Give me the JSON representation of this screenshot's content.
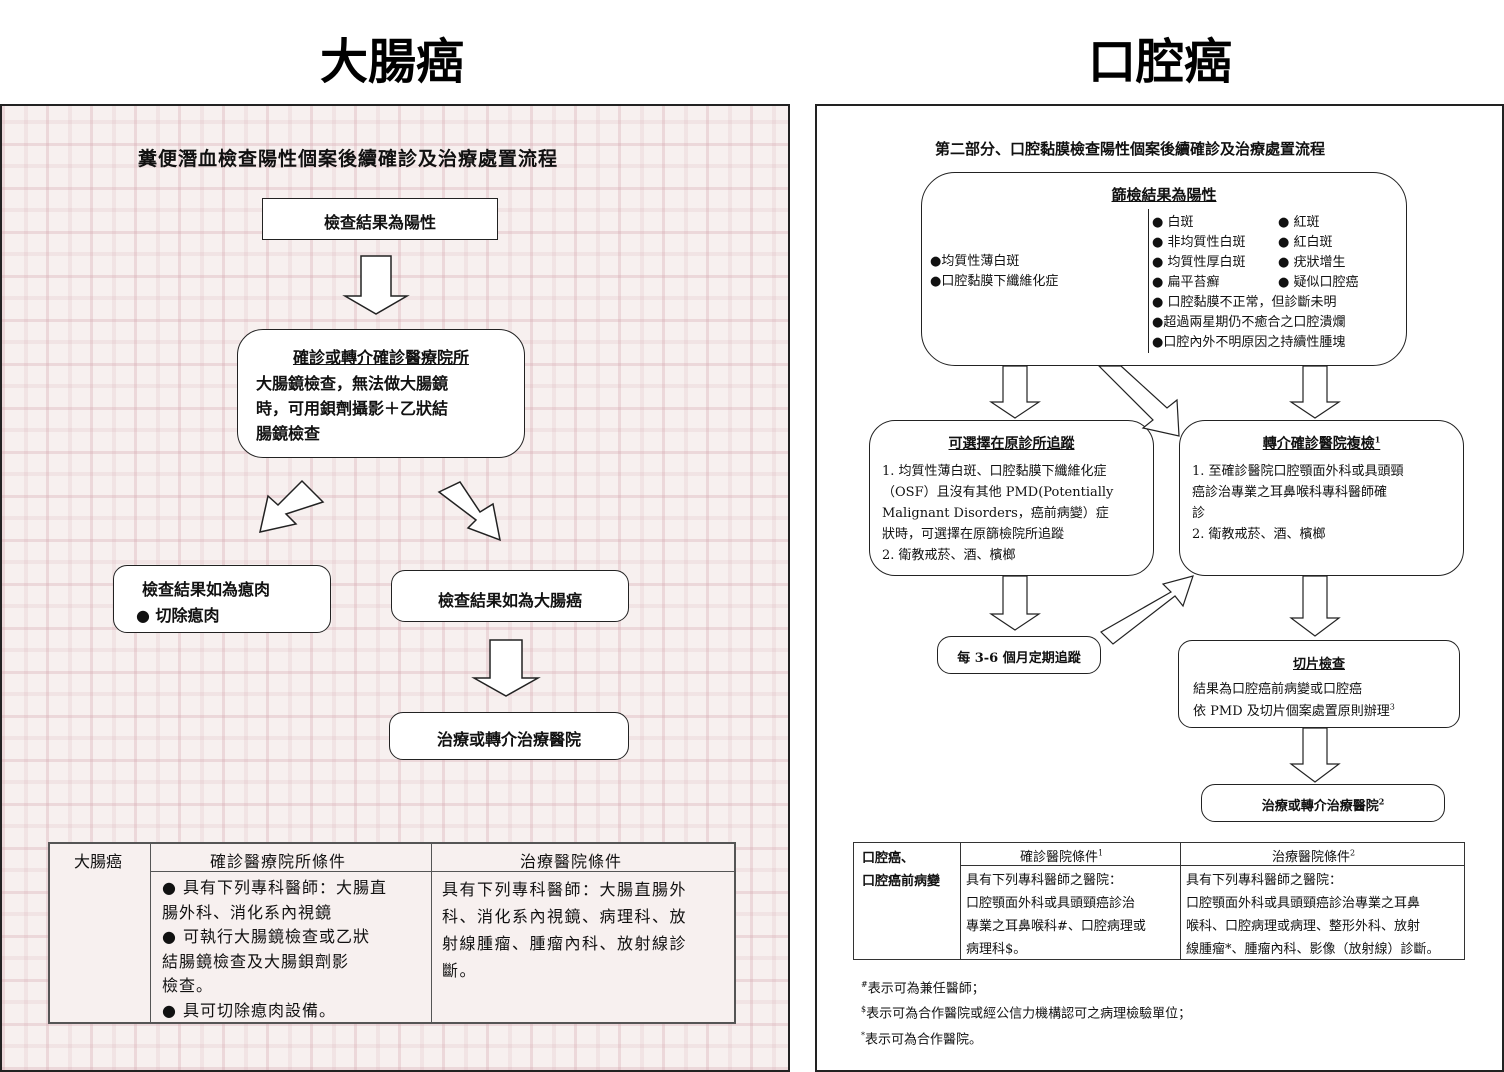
{
  "titles": {
    "left": "大腸癌",
    "right": "口腔癌"
  },
  "colorectal": {
    "flow_title": "糞便潛血檢查陽性個案後續確診及治療處置流程",
    "positive_box": "檢查結果為陽性",
    "diagnosis_box": {
      "heading": "確診或轉介確診醫療院所",
      "lines": [
        "大腸鏡檢查，無法做大腸鏡",
        "時，可用鋇劑攝影＋乙狀結",
        "腸鏡檢查"
      ]
    },
    "polyp_box": {
      "heading": "檢查結果如為瘜肉",
      "item": "● 切除瘜肉"
    },
    "cancer_box": "檢查結果如為大腸癌",
    "treatment_box": "治療或轉介治療醫院",
    "table": {
      "row_header": "大腸癌",
      "col1_header": "確診醫療院所條件",
      "col2_header": "治療醫院條件",
      "col1_lines": [
        "●  具有下列專科醫師：大腸直",
        "    腸外科、消化系內視鏡",
        "●  可執行大腸鏡檢查或乙狀",
        "    結腸鏡檢查及大腸鋇劑影",
        "    檢查。",
        "●  具可切除瘜肉設備。"
      ],
      "col2_lines": [
        "具有下列專科醫師：大腸直腸外",
        "科、消化系內視鏡、病理科、放",
        "射線腫瘤、腫瘤內科、放射線診",
        "斷。"
      ]
    }
  },
  "oral": {
    "flow_title": "第二部分、口腔黏膜檢查陽性個案後續確診及治療處置流程",
    "positive_box": {
      "heading": "篩檢結果為陽性",
      "left_items": [
        "●均質性薄白斑",
        "●口腔黏膜下纖維化症"
      ],
      "right_col_a": [
        "● 白斑",
        "● 非均質性白斑",
        "● 均質性厚白斑",
        "● 扁平苔癬"
      ],
      "right_col_b": [
        "● 紅斑",
        "● 紅白斑",
        "● 疣狀增生",
        "● 疑似口腔癌"
      ],
      "right_rows": [
        "● 口腔黏膜不正常，但診斷未明",
        "●超過兩星期仍不癒合之口腔潰爛",
        "●口腔內外不明原因之持續性腫塊"
      ]
    },
    "followup_box": {
      "heading": "可選擇在原診所追蹤",
      "lines": [
        "1.  均質性薄白斑、口腔黏膜下纖維化症",
        "     （OSF）且沒有其他 PMD(Potentially",
        "     Malignant Disorders，癌前病變）症",
        "     狀時，可選擇在原篩檢院所追蹤",
        "2.  衛教戒菸、酒、檳榔"
      ]
    },
    "referral_box": {
      "heading": "轉介確診醫院複檢",
      "heading_sup": "1",
      "lines": [
        "1.  至確診醫院口腔顎面外科或具頭頸",
        "     癌診治專業之耳鼻喉科專科醫師確",
        "     診",
        "2.  衛教戒菸、酒、檳榔"
      ]
    },
    "periodic_box": "每 3-6 個月定期追蹤",
    "biopsy_box": {
      "heading": "切片檢查",
      "line1": "結果為口腔癌前病變或口腔癌",
      "line2": "依 PMD 及切片個案處置原則辦理",
      "line2_sup": "3"
    },
    "treatment_box": {
      "label": "治療或轉介治療醫院",
      "sup": "2"
    },
    "table": {
      "row_header_1": "口腔癌、",
      "row_header_2": "口腔癌前病變",
      "col1_header": "確診醫院條件",
      "col1_sup": "1",
      "col2_header": "治療醫院條件",
      "col2_sup": "2",
      "col1_lines": [
        "具有下列專科醫師之醫院：",
        "口腔顎面外科或具頭頸癌診治",
        "專業之耳鼻喉科#、口腔病理或",
        "病理科$。"
      ],
      "col2_lines": [
        "具有下列專科醫師之醫院：",
        "口腔顎面外科或具頭頸癌診治專業之耳鼻",
        "喉科、口腔病理或病理、整形外科、放射",
        "線腫瘤*、腫瘤內科、影像（放射線）診斷。"
      ]
    },
    "footnotes": [
      {
        "mark": "#",
        "text": "表示可為兼任醫師；"
      },
      {
        "mark": "$",
        "text": "表示可為合作醫院或經公信力機構認可之病理檢驗單位；"
      },
      {
        "mark": "*",
        "text": "表示可為合作醫院。"
      }
    ]
  }
}
